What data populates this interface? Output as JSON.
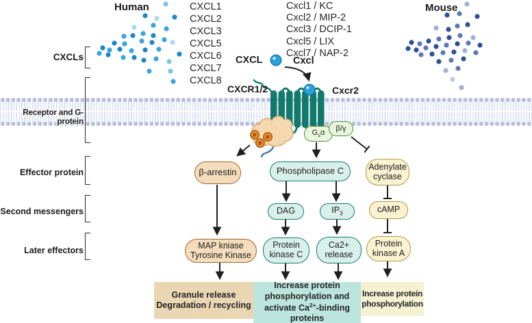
{
  "palette": {
    "receptor_teal": "#117A6C",
    "teal_pill_fill": "#D9F0EA",
    "teal_pill_border": "#15796B",
    "tan_pill_fill": "#F4DDBC",
    "tan_pill_border": "#A3622F",
    "yellow_pill_fill": "#FAF3D2",
    "yellow_pill_border": "#AE9842",
    "gprotein_fill": "#E9F6DB",
    "gprotein_border": "#4E8C3F",
    "outcome_tan": "#EAD6B2",
    "outcome_teal": "#BCE5DE",
    "outcome_yellow": "#F5F1D3",
    "ligand_blue": "#2CA0DB",
    "membrane_dot": "#B7C1DA",
    "membrane_tail": "#DADFF0",
    "arrow": "#1F1F1F",
    "phosphate_orange": "#E8872B",
    "human_dot_shades": [
      "#1B87C9",
      "#3BA3DC",
      "#7CC4E8",
      "#ABD9F1"
    ],
    "mouse_dot_shades": [
      "#2D4F93",
      "#5A77B8",
      "#9FB0D4",
      "#BCC8E2"
    ]
  },
  "side_labels": {
    "cxcls": "CXCLs",
    "receptor_g_protein": "Receptor and G-protein",
    "effector_protein": "Effector protein",
    "second_messengers": "Second messengers",
    "later_effectors": "Later effectors"
  },
  "human": {
    "title": "Human",
    "genes": [
      "CXCL1",
      "CXCL2",
      "CXCL3",
      "CXCL5",
      "CXCL6",
      "CXCL7",
      "CXCL8"
    ]
  },
  "mouse": {
    "title": "Mouse",
    "genes": [
      "Cxcl1 / KC",
      "Cxcl2 / MIP-2",
      "Cxcl3 / DCIP-1",
      "Cxcl5 / LIX",
      "Cxcl7 / NAP-2"
    ]
  },
  "ligand": {
    "human": "CXCL",
    "mouse": "Cxcl"
  },
  "receptor": {
    "human": "CXCR1/2",
    "mouse": "Cxcr2"
  },
  "g_protein": {
    "alpha_pre": "G",
    "alpha_sub": "s",
    "alpha_post": "α",
    "beta_gamma": "β/γ"
  },
  "phosphate_label": "P",
  "nodes": {
    "beta_arrestin": {
      "label": "β-arrestin"
    },
    "plc": {
      "label": "Phospholipase C"
    },
    "adenylate": {
      "line1": "Adenylate",
      "line2": "cyclase"
    },
    "dag": {
      "label": "DAG"
    },
    "ip3": {
      "pre": "IP",
      "sub": "3"
    },
    "camp": {
      "label": "cAMP"
    },
    "map": {
      "line1": "MAP kniase",
      "line2": "Tyrosine Kinase"
    },
    "pkc": {
      "line1": "Protein",
      "line2": "kinase C"
    },
    "ca_release": {
      "line1": "Ca2+",
      "line2": "release"
    },
    "pka": {
      "line1": "Protein",
      "line2": "kinase A"
    }
  },
  "outcomes": {
    "granule": {
      "line1": "Granule release",
      "line2": "Degradation / recycling"
    },
    "calcium": {
      "pre": "Increase protein phosphorylation and activate Ca",
      "sup": "2+",
      "post": "-binding proteins"
    },
    "phospho": {
      "line1": "Increase protein",
      "line2": "phosphorylation"
    }
  }
}
